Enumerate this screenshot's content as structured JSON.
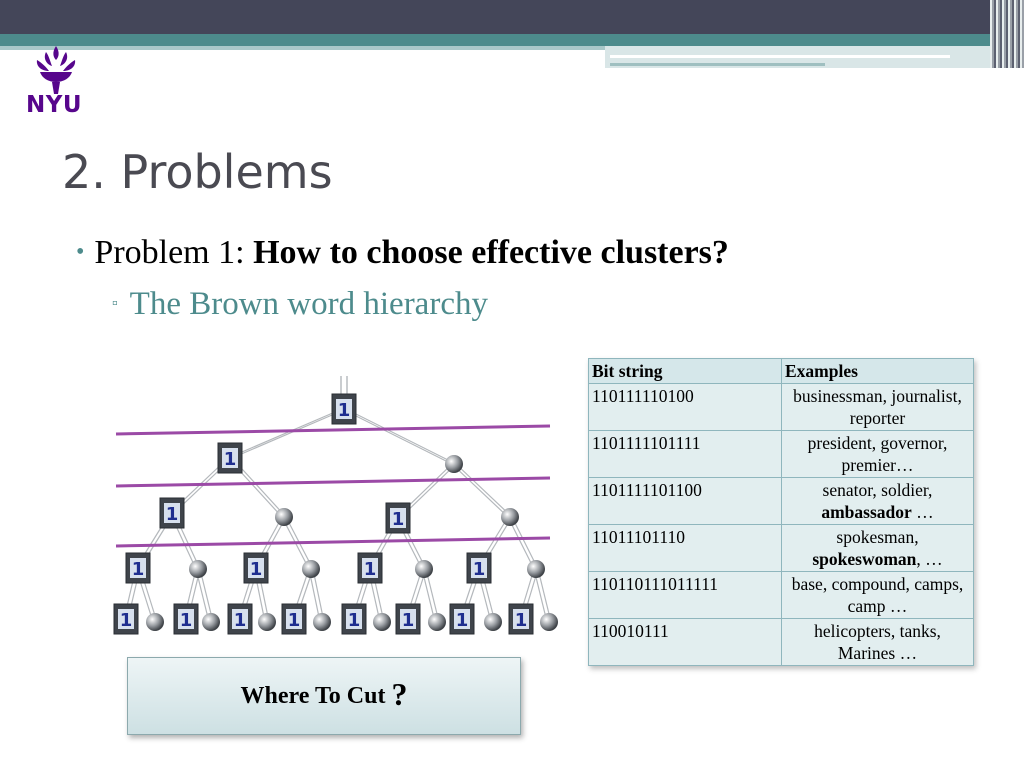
{
  "logo": {
    "text": "NYU",
    "icon": "torch-icon",
    "color": "#57068c"
  },
  "title": "2. Problems",
  "bullet1": {
    "prefix": "Problem 1: ",
    "bold": "How to choose effective clusters?"
  },
  "bullet2": {
    "text": "The Brown word hierarchy"
  },
  "tree": {
    "node_label": "1"
  },
  "table": {
    "headers": [
      "Bit string",
      "Examples"
    ],
    "rows": [
      {
        "bits": "110111110100",
        "ex_pre": "businessman, journalist, reporter",
        "ex_bold": "",
        "ex_post": ""
      },
      {
        "bits": "1101111101111",
        "ex_pre": "president, governor, premier…",
        "ex_bold": "",
        "ex_post": ""
      },
      {
        "bits": "1101111101100",
        "ex_pre": "senator, soldier, ",
        "ex_bold": "ambassador",
        "ex_post": " …"
      },
      {
        "bits": "11011101110",
        "ex_pre": "spokesman, ",
        "ex_bold": "spokeswoman",
        "ex_post": ", …"
      },
      {
        "bits": "110110111011111",
        "ex_pre": "base, compound, camps, camp …",
        "ex_bold": "",
        "ex_post": ""
      },
      {
        "bits": "110010111",
        "ex_pre": "helicopters, tanks, Marines …",
        "ex_bold": "",
        "ex_post": ""
      }
    ]
  },
  "cut_box": {
    "text": "Where To Cut",
    "mark": "?"
  },
  "colors": {
    "accent": "#4d8b8c",
    "cut_line": "#9b4aa6",
    "banner": "#444659"
  }
}
